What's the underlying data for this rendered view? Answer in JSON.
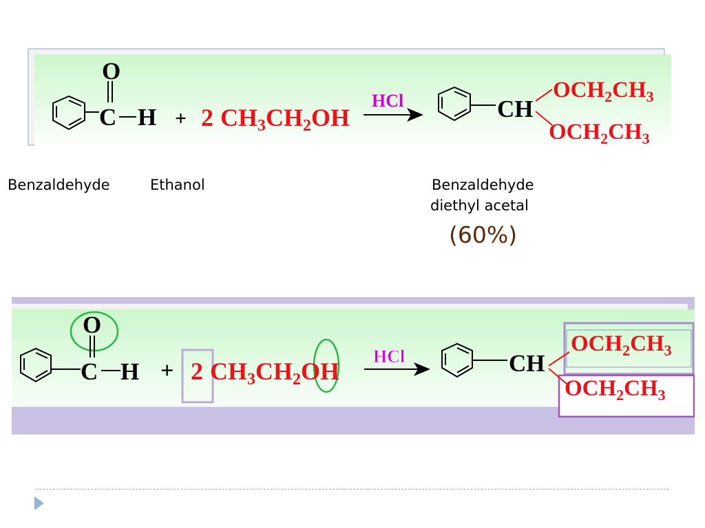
{
  "top_reaction": {
    "aldehyde": {
      "o": "O",
      "c": "C",
      "h": "H"
    },
    "plus": "+",
    "reagent": {
      "coef": "2",
      "p1": "CH",
      "s1": "3",
      "p2": "CH",
      "s2": "2",
      "p3": "OH"
    },
    "catalyst": "HCl",
    "product": {
      "ch": "CH",
      "group_a": {
        "p1": "OCH",
        "s1": "2",
        "p2": "CH",
        "s2": "3"
      },
      "group_b": {
        "p1": "OCH",
        "s1": "2",
        "p2": "CH",
        "s2": "3"
      }
    }
  },
  "labels": {
    "benzaldehyde": "Benzaldehyde",
    "ethanol": "Ethanol",
    "product_line1": "Benzaldehyde",
    "product_line2": "diethyl acetal",
    "yield": "(60%)"
  },
  "bottom_reaction": {
    "aldehyde": {
      "o": "O",
      "c": "C",
      "h": "H"
    },
    "plus": "+",
    "reagent": {
      "coef": "2",
      "p1": "CH",
      "s1": "3",
      "p2": "CH",
      "s2": "2",
      "p3": "O",
      "p4": "H"
    },
    "catalyst": "HCl",
    "product": {
      "ch": "CH",
      "group_a": {
        "p1": "OCH",
        "s1": "2",
        "p2": "CH",
        "s2": "3"
      },
      "group_b": {
        "p1": "OCH",
        "s1": "2",
        "p2": "CH",
        "s2": "3"
      }
    }
  },
  "colors": {
    "red": "#e8141c",
    "magenta": "#d100d1",
    "green_highlight": "#2db34a",
    "purple_box": "#9b59b6",
    "lavender": "#c9c1e3",
    "mint": "#ccf7cc"
  }
}
